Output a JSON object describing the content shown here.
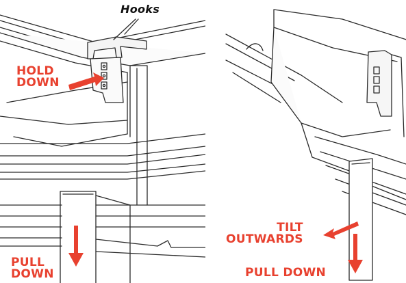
{
  "labels": {
    "hooks": "Hooks",
    "hold_down": "HOLD\nDOWN",
    "pull_down_left": "PULL\nDOWN",
    "tilt_outwards": "TILT\nOUTWARDS",
    "pull_down_right": "PULL DOWN"
  },
  "colors": {
    "instruction_red": "#e8412f",
    "line_art": "#2a2a2a",
    "background": "#ffffff"
  }
}
